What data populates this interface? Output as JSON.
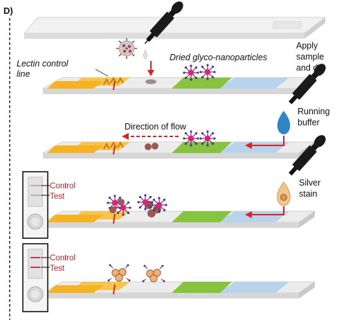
{
  "panel_label": "D)",
  "labels": {
    "lectin_line_1": "Lectin control",
    "lectin_line_2": "line",
    "nanoparticles": "Dried glyco-nanoparticles",
    "apply_1": "Apply",
    "apply_2": "sample",
    "apply_3": "and dry",
    "running_1": "Running",
    "running_2": "buffer",
    "flow": "Direction of flow",
    "silver_1": "Silver",
    "silver_2": "stain"
  },
  "inset_1": {
    "control": "Control",
    "test": "Test"
  },
  "inset_2": {
    "control": "Control",
    "test": "Test"
  },
  "colors": {
    "absorbent_pad": "#f5b324",
    "conjugate_pad": "#86c440",
    "sample_pad": "#b9d3ec",
    "membrane": "#e6e6e6",
    "arrow": "#e0201c",
    "buffer_drop": "#2f86c6",
    "silver_drop": "#f3c58a",
    "virus": "#c0352a",
    "nanoparticle": "#e0207f"
  }
}
